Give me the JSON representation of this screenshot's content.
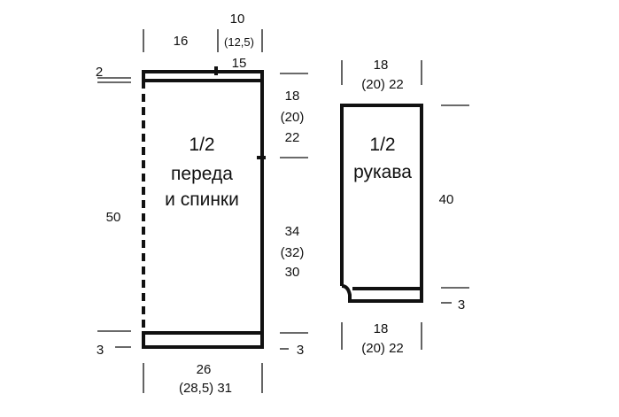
{
  "front_back": {
    "title_fraction": "1/2",
    "title_line1": "переда",
    "title_line2": "и спинки",
    "width_top_left": "16",
    "shoulder_sizes_line1": "10",
    "shoulder_sizes_line2": "(12,5)",
    "shoulder_sizes_line3": "15",
    "top_offset": "2",
    "armhole_depth_line1": "18",
    "armhole_depth_line2": "(20)",
    "armhole_depth_line3": "22",
    "total_height": "50",
    "side_length_line1": "34",
    "side_length_line2": "(32)",
    "side_length_line3": "30",
    "hem_left": "3",
    "hem_right": "3",
    "bottom_width_line1": "26",
    "bottom_width_line2": "(28,5)   31"
  },
  "sleeve": {
    "title_fraction": "1/2",
    "title_line1": "рукава",
    "top_width_line1": "18",
    "top_width_line2": "(20)   22",
    "length": "40",
    "cuff": "3",
    "bottom_width_line1": "18",
    "bottom_width_line2": "(20)   22"
  },
  "colors": {
    "ink": "#111111",
    "background": "#ffffff"
  }
}
